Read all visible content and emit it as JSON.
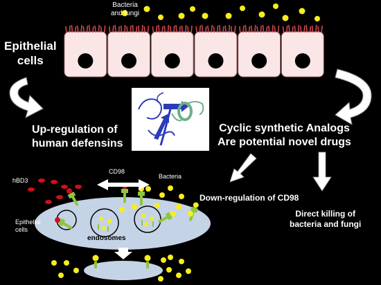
{
  "labels": {
    "bacteria_fungi": [
      "Bacteria",
      "and fungi"
    ],
    "epithelial_cells": [
      "Epithelial",
      "cells"
    ],
    "upregulation": [
      "Up-regulation of",
      "human defensins"
    ],
    "cyclic_analogs": [
      "Cyclic synthetic Analogs",
      "Are potential novel drugs"
    ],
    "cd98": "CD98",
    "hbd3": "hBD3",
    "bacteria_small": "Bacteria",
    "epithelial_small": [
      "Epithelial",
      "cells"
    ],
    "endosomes": "endosomes",
    "downregulation": "Down-regulation of CD98",
    "direct_killing": [
      "Direct killing of",
      "bacteria and fungi"
    ]
  },
  "colors": {
    "bacteria": "#f7ee1a",
    "cell_fill": "#fae6e6",
    "cilia": "#d0454f",
    "membrane": "#c5d3e6",
    "hbd3": "#d20f19",
    "cd98_stem": "#8ec63f",
    "arrow": "#ffffff",
    "peptide_strand": "#2b3bb8",
    "peptide_helix": "#6fae8b"
  },
  "icons": [
    "curved-arrow-left",
    "curved-arrow-right",
    "down-arrow",
    "double-headed-arrow",
    "peptide-structure"
  ]
}
